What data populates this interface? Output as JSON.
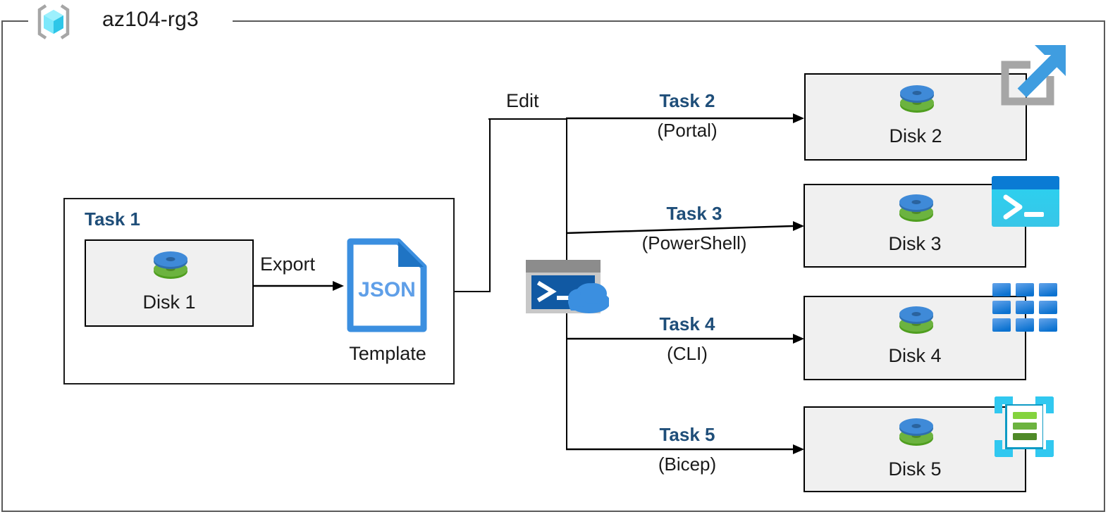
{
  "resource_group": {
    "name": "az104-rg3",
    "icon": "azure-resource-group-icon"
  },
  "task1": {
    "title": "Task 1",
    "disk": {
      "label": "Disk 1",
      "icon": "managed-disk-icon"
    },
    "export_label": "Export",
    "template": {
      "file_type": "JSON",
      "caption": "Template",
      "icon": "json-file-icon"
    }
  },
  "edit_label": "Edit",
  "cloud_shell": {
    "icon": "azure-cloud-shell-icon"
  },
  "flows": [
    {
      "task": "Task 2",
      "tool": "(Portal)",
      "disk": "Disk 2",
      "tool_icon": "azure-portal-icon"
    },
    {
      "task": "Task 3",
      "tool": "(PowerShell)",
      "disk": "Disk 3",
      "tool_icon": "powershell-icon"
    },
    {
      "task": "Task 4",
      "tool": "(CLI)",
      "disk": "Disk 4",
      "tool_icon": "azure-cli-icon"
    },
    {
      "task": "Task 5",
      "tool": "(Bicep)",
      "disk": "Disk 5",
      "tool_icon": "bicep-icon"
    }
  ],
  "colors": {
    "task_label": "#1f4e79",
    "box_fill": "#f0f0f0",
    "box_border": "#000000",
    "frame_border": "#5a5a5a",
    "disk_blue": "#3f8ad8",
    "disk_green": "#6cb33f",
    "json_blue": "#3b8fe0",
    "cyan": "#31c8f0"
  }
}
